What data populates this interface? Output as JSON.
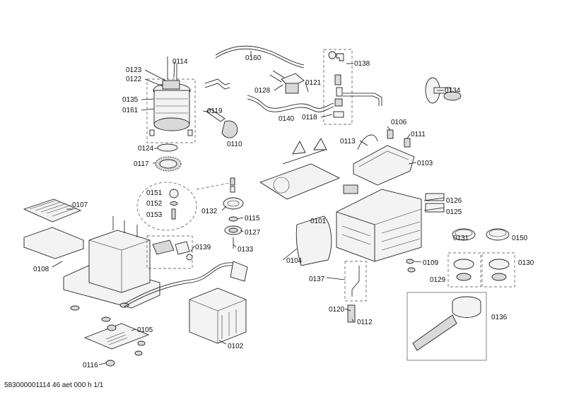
{
  "footer": "583000001114 46 aet 000 h 1/1",
  "labels": {
    "p0160": "0160",
    "p0138": "0138",
    "p0123": "0123",
    "p0114": "0114",
    "p0122": "0122",
    "p0128": "0128",
    "p0121": "0121",
    "p0134": "0134",
    "p0135": "0135",
    "p0161": "0161",
    "p0119": "0119",
    "p0140": "0140",
    "p0118": "0118",
    "p0106": "0106",
    "p0111": "0111",
    "p0124": "0124",
    "p0110": "0110",
    "p0113": "0113",
    "p0103": "0103",
    "p0117": "0117",
    "p0151": "0151",
    "p0152": "0152",
    "p0153": "0153",
    "p0126": "0126",
    "p0125": "0125",
    "p0107": "0107",
    "p0132": "0132",
    "p0115": "0115",
    "p0101": "0101",
    "p0127": "0127",
    "p0131": "0131",
    "p0150": "0150",
    "p0133": "0133",
    "p0139": "0139",
    "p0108": "0108",
    "p0104": "0104",
    "p0109": "0109",
    "p0130": "0130",
    "p0137": "0137",
    "p0129": "0129",
    "p0136": "0136",
    "p0120": "0120",
    "p0112": "0112",
    "p0105": "0105",
    "p0102": "0102",
    "p0116": "0116"
  }
}
